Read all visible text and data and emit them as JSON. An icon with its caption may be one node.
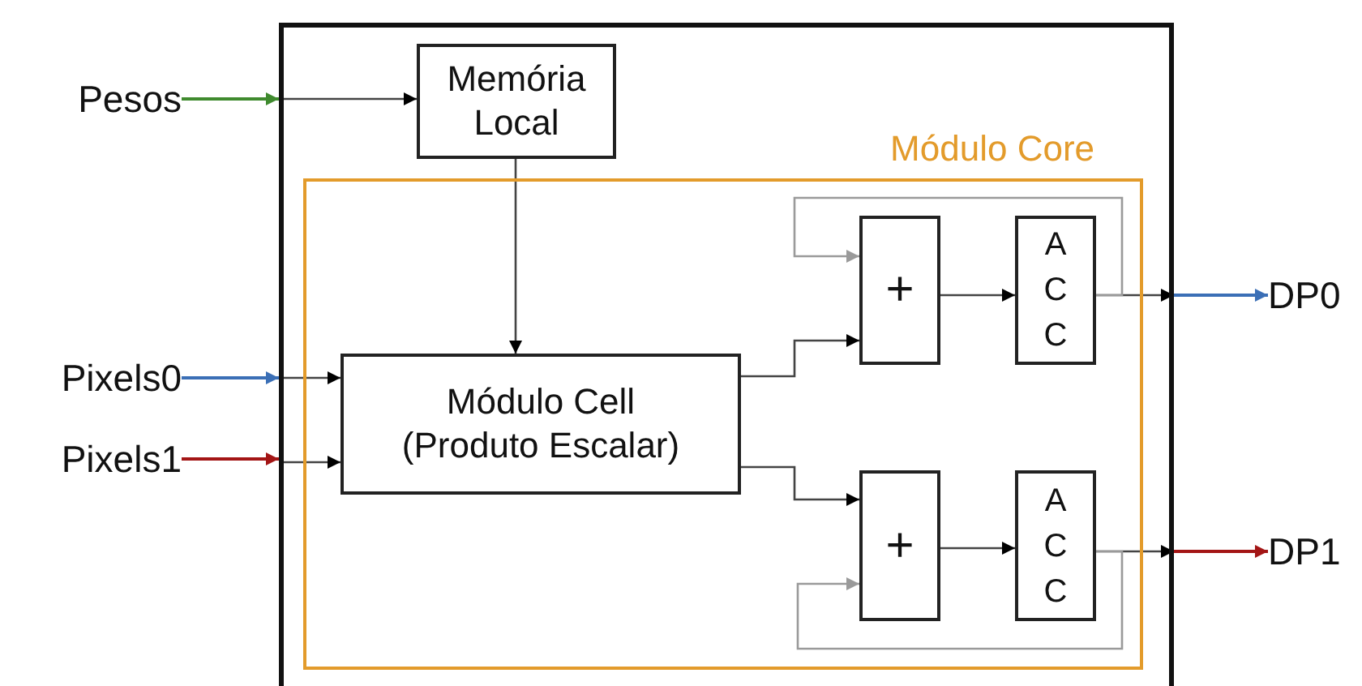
{
  "diagram": {
    "nodes": [
      {
        "text": [],
        "shape": "box"
      },
      {
        "text": [
          "Memória Local"
        ],
        "in": 0
      },
      {
        "text": [
          "Módulo Core"
        ],
        "in": 0
      },
      {
        "text": [
          "Módulo Cell (Produto Escalar)"
        ],
        "in": 2
      },
      {
        "text": [
          "+"
        ],
        "in": 2
      },
      {
        "text": [
          "A C C"
        ],
        "in": 2
      },
      {
        "text": [
          "+"
        ],
        "in": 2
      },
      {
        "text": [
          "A C C"
        ],
        "in": 2
      },
      {
        "text": [
          "Pesos"
        ]
      },
      {
        "text": [
          "Pixels0"
        ]
      },
      {
        "text": [
          "Pixels1"
        ]
      },
      {
        "text": [
          "DP0"
        ]
      },
      {
        "text": [
          "DP1"
        ]
      }
    ],
    "edges": [
      {
        "from": 8,
        "to": 0,
        "arrow": "to",
        "color": "#3f8a2e"
      },
      {
        "from": 0,
        "to": 1,
        "arrow": "to"
      },
      {
        "from": 9,
        "to": 0,
        "arrow": "to",
        "color": "#3b6fb6"
      },
      {
        "from": 10,
        "to": 0,
        "arrow": "to",
        "color": "#a31515"
      },
      {
        "from": 0,
        "to": 3,
        "arrow": "to"
      },
      {
        "from": 0,
        "to": 3,
        "arrow": "to"
      },
      {
        "from": 1,
        "to": 3,
        "arrow": "to"
      },
      {
        "from": 3,
        "to": 4,
        "arrow": "to"
      },
      {
        "from": 3,
        "to": 6,
        "arrow": "to"
      },
      {
        "from": 4,
        "to": 5,
        "arrow": "to"
      },
      {
        "from": 5,
        "to": 0,
        "arrow": "to"
      },
      {
        "from": 0,
        "to": 11,
        "arrow": "to",
        "color": "#3b6fb6"
      },
      {
        "from": 5,
        "to": 4,
        "arrow": "to",
        "color": "#9a9a9a"
      },
      {
        "from": 6,
        "to": 7,
        "arrow": "to"
      },
      {
        "from": 7,
        "to": 0,
        "arrow": "to"
      },
      {
        "from": 0,
        "to": 12,
        "arrow": "to",
        "color": "#a31515"
      },
      {
        "from": 7,
        "to": 6,
        "arrow": "to",
        "color": "#9a9a9a"
      }
    ]
  }
}
